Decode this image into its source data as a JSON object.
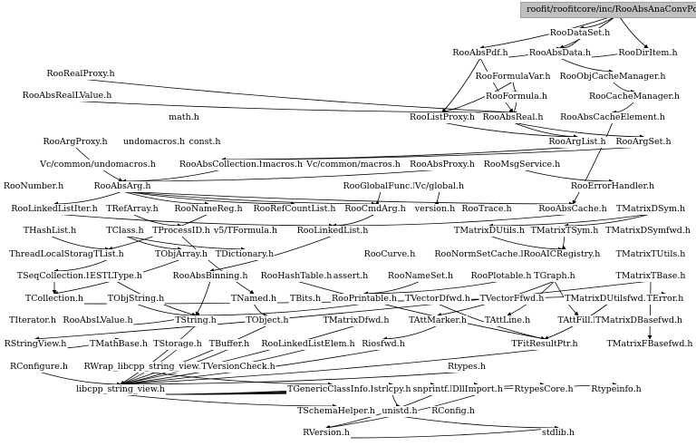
{
  "root_label": "roofit/roofitcore/inc/RooAbsAnaConvPdf.h",
  "colors": {
    "background": "#ffffff",
    "edge": "#000000",
    "root_fill": "#bfbfbf",
    "text": "#000000"
  },
  "nodes": [
    "RooDataSet.h",
    "RooAbsPdf.h",
    "RooAbsData.h",
    "RooDirItem.h",
    "RooRealProxy.h",
    "RooFormulaVar.h",
    "RooObjCacheManager.h",
    "RooAbsRealLValue.h",
    "RooFormula.h",
    "RooCacheManager.h",
    "math.h",
    "RooListProxy.h",
    "RooAbsReal.h",
    "RooAbsCacheElement.h",
    "RooArgProxy.h",
    "undomacros.h",
    "const.h",
    "RooArgList.h",
    "RooArgSet.h",
    "Vc/common/undomacros.h",
    "RooAbsCollection.h",
    "macros.h",
    "Vc/common/macros.h",
    "RooAbsProxy.h",
    "RooMsgService.h",
    "RooNumber.h",
    "RooAbsArg.h",
    "RooGlobalFunc.h",
    "Vc/global.h",
    "RooErrorHandler.h",
    "RooLinkedListIter.h",
    "TRefArray.h",
    "RooNameReg.h",
    "RooRefCountList.h",
    "RooCmdArg.h",
    "version.h",
    "RooTrace.h",
    "RooAbsCache.h",
    "TMatrixDSym.h",
    "THashList.h",
    "TClass.h",
    "TProcessID.h",
    "v5/TFormula.h",
    "RooLinkedList.h",
    "TMatrixDUtils.h",
    "TMatrixTSym.h",
    "TMatrixDSymfwd.h",
    "ThreadLocalStorage.h",
    "TList.h",
    "TObjArray.h",
    "TDictionary.h",
    "RooCurve.h",
    "RooNormSetCache.h",
    "RooAICRegistry.h",
    "TMatrixTUtils.h",
    "TSeqCollection.h",
    "ESTLType.h",
    "RooAbsBinning.h",
    "RooHashTable.h",
    "assert.h",
    "RooNameSet.h",
    "RooPlotable.h",
    "TGraph.h",
    "TMatrixTBase.h",
    "TCollection.h",
    "TObjString.h",
    "TNamed.h",
    "TBits.h",
    "RooPrintable.h",
    "TVectorDfwd.h",
    "TVectorFfwd.h",
    "TMatrixDUtilsfwd.h",
    "TError.h",
    "TIterator.h",
    "RooAbsLValue.h",
    "TString.h",
    "TObject.h",
    "TMatrixDfwd.h",
    "TAttMarker.h",
    "TAttLine.h",
    "TAttFill.h",
    "TMatrixDBasefwd.h",
    "RStringView.h",
    "TMathBase.h",
    "TStorage.h",
    "TBuffer.h",
    "RooLinkedListElem.h",
    "Riosfwd.h",
    "TFitResultPtr.h",
    "TMatrixFBasefwd.h",
    "RConfigure.h",
    "RWrap_libcpp_string_view.h",
    "TVersionCheck.h",
    "Rtypes.h",
    "libcpp_string_view.h",
    "TGenericClassInfo.h",
    "strlcpy.h",
    "snprintf.h",
    "DllImport.h",
    "RtypesCore.h",
    "Rtypeinfo.h",
    "TSchemaHelper.h",
    "unistd.h",
    "RConfig.h",
    "RVersion.h",
    "stdlib.h"
  ]
}
